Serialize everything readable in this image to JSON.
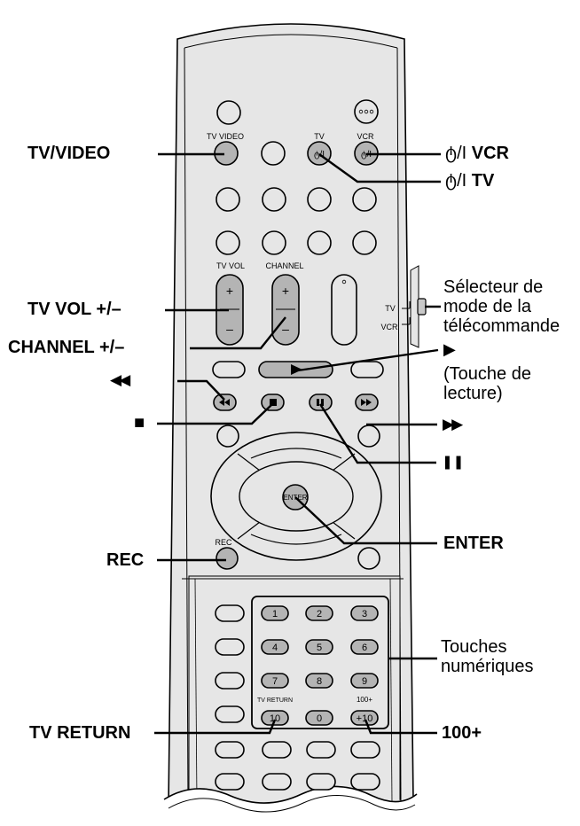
{
  "remote": {
    "labels": {
      "tv_video": "TV VIDEO",
      "tv": "TV",
      "vcr": "VCR",
      "power_glyph": "ტ/I",
      "tv_vol": "TV VOL",
      "channel": "CHANNEL",
      "plus": "+",
      "minus": "–",
      "enter": "ENTER",
      "rec": "REC",
      "tv_return": "TV RETURN",
      "hundred_plus": "100+",
      "switch_tv": "TV",
      "switch_vcr": "VCR"
    },
    "numpad": [
      "1",
      "2",
      "3",
      "4",
      "5",
      "6",
      "7",
      "8",
      "9",
      "10",
      "0",
      "+10"
    ]
  },
  "callouts": {
    "tv_video": "TV/VIDEO",
    "power_vcr_symbol": "ტ/I",
    "power_vcr": "VCR",
    "power_tv_symbol": "ტ/I",
    "power_tv": "TV",
    "tv_vol": "TV VOL +/–",
    "channel": "CHANNEL +/–",
    "selector": [
      "Sélecteur de",
      "mode de la",
      "télécommande"
    ],
    "rewind": "◀◀",
    "play": "▶",
    "play_note": [
      "(Touche de",
      "lecture)"
    ],
    "stop": "■",
    "ffwd": "▶▶",
    "pause": "❚❚",
    "enter": "ENTER",
    "rec": "REC",
    "number_keys": [
      "Touches",
      "numériques"
    ],
    "tv_return": "TV RETURN",
    "hundred_plus": "100+"
  },
  "colors": {
    "body": "#e6e6e6",
    "key_gray": "#b4b4b4",
    "outline": "#000000"
  }
}
